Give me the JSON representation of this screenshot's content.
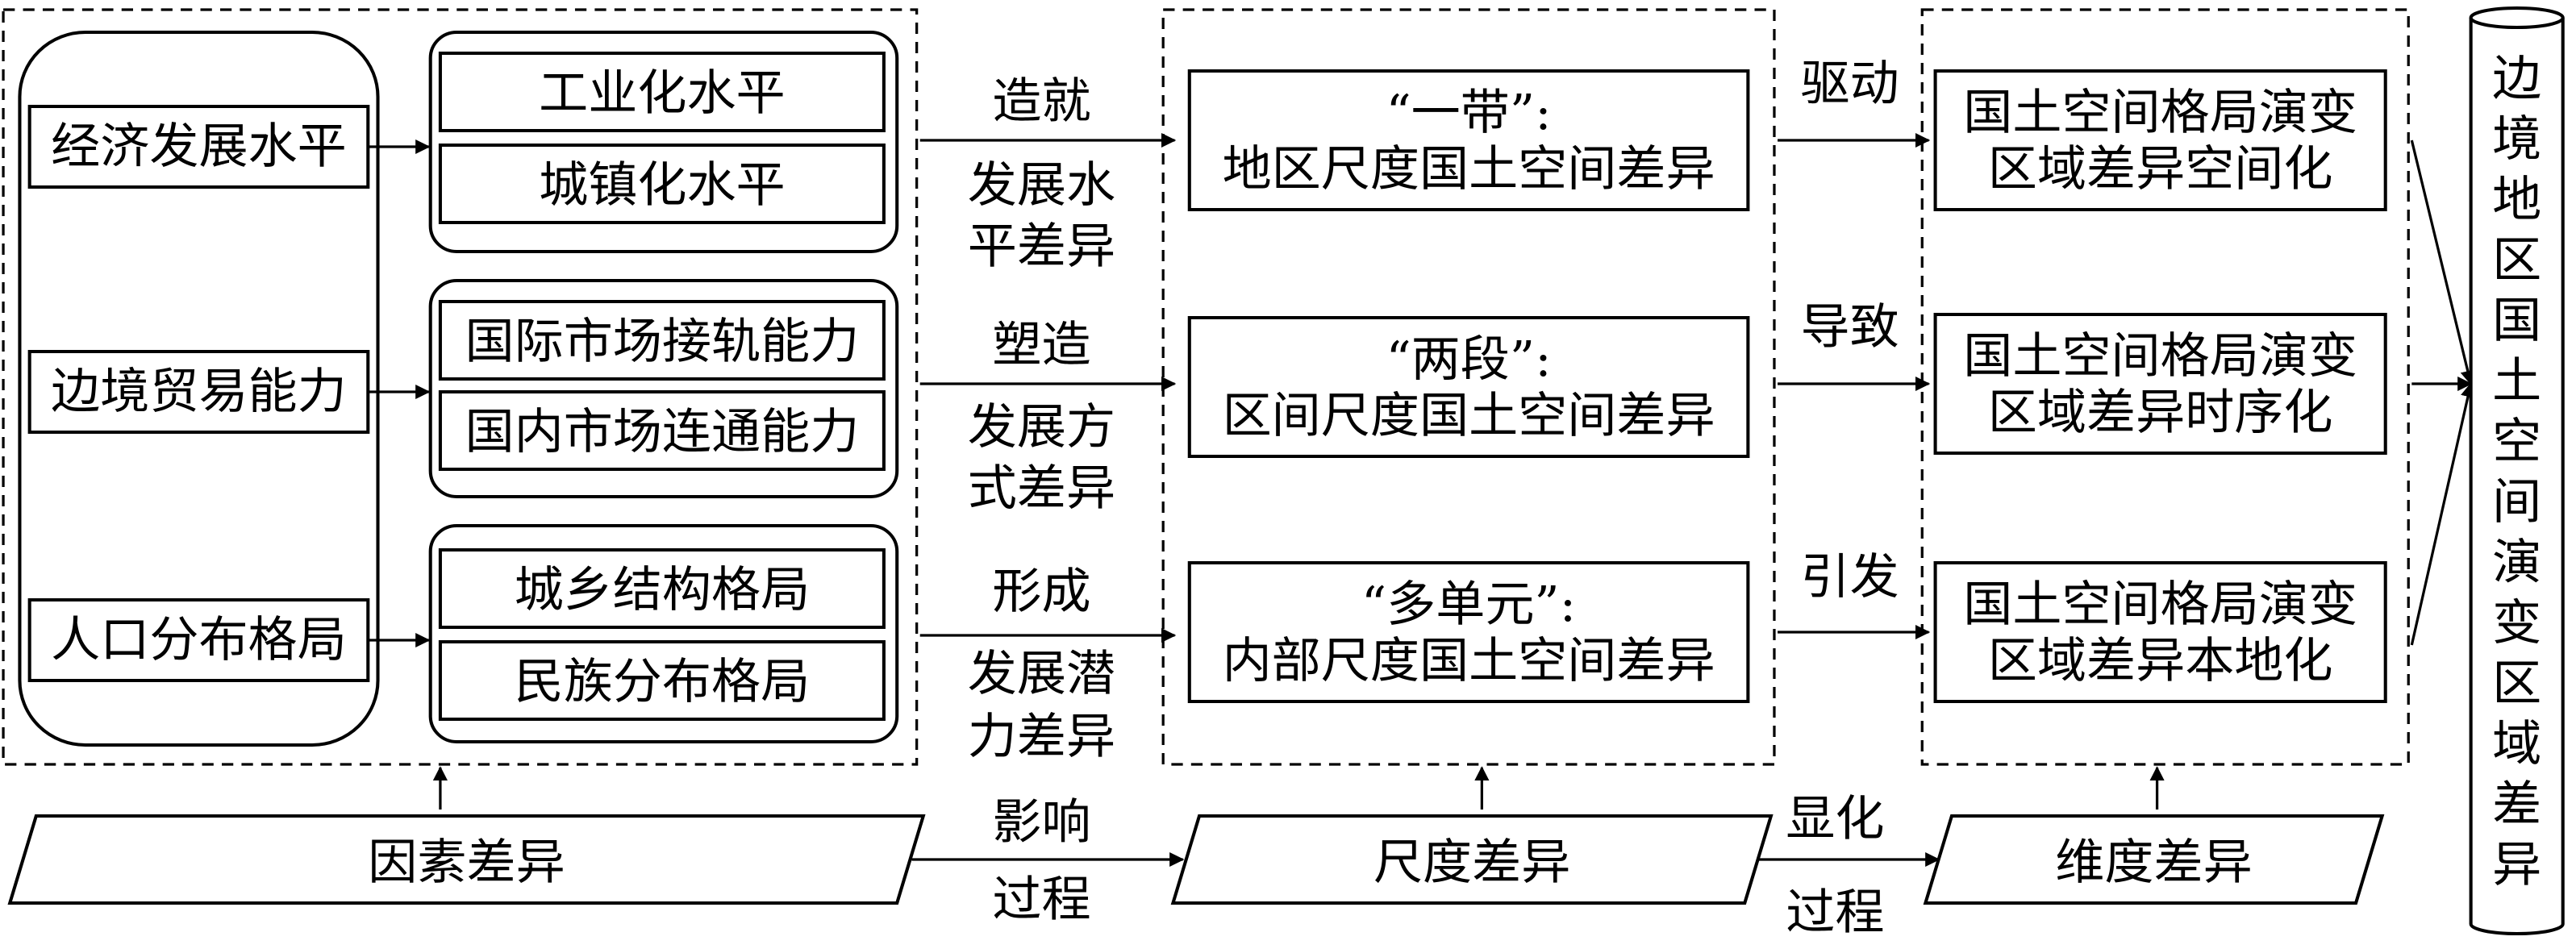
{
  "factors": [
    {
      "name": "经济发展水平",
      "items": [
        "工业化水平",
        "城镇化水平"
      ]
    },
    {
      "name": "边境贸易能力",
      "items": [
        "国际市场接轨能力",
        "国内市场连通能力"
      ]
    },
    {
      "name": "人口分布格局",
      "items": [
        "城乡结构格局",
        "民族分布格局"
      ]
    }
  ],
  "transitions_1": [
    {
      "verb": "造就",
      "result": [
        "发展水",
        "平差异"
      ]
    },
    {
      "verb": "塑造",
      "result": [
        "发展方",
        "式差异"
      ]
    },
    {
      "verb": "形成",
      "result": [
        "发展潜",
        "力差异"
      ]
    }
  ],
  "scale_diffs": [
    {
      "title": "“一带”:",
      "desc": "地区尺度国土空间差异"
    },
    {
      "title": "“两段”:",
      "desc": "区间尺度国土空间差异"
    },
    {
      "title": "“多单元”:",
      "desc": "内部尺度国土空间差异"
    }
  ],
  "transitions_2": [
    "驱动",
    "导致",
    "引发"
  ],
  "dimension_diffs": [
    [
      "国土空间格局演变",
      "区域差异空间化"
    ],
    [
      "国土空间格局演变",
      "区域差异时序化"
    ],
    [
      "国土空间格局演变",
      "区域差异本地化"
    ]
  ],
  "result_chars": [
    "边",
    "境",
    "地",
    "区",
    "国",
    "土",
    "空",
    "间",
    "演",
    "变",
    "区",
    "域",
    "差",
    "异"
  ],
  "bottom": {
    "factor": "因素差异",
    "link1": [
      "影响",
      "过程"
    ],
    "scale": "尺度差异",
    "link2": [
      "显化",
      "过程"
    ],
    "dimension": "维度差异"
  }
}
